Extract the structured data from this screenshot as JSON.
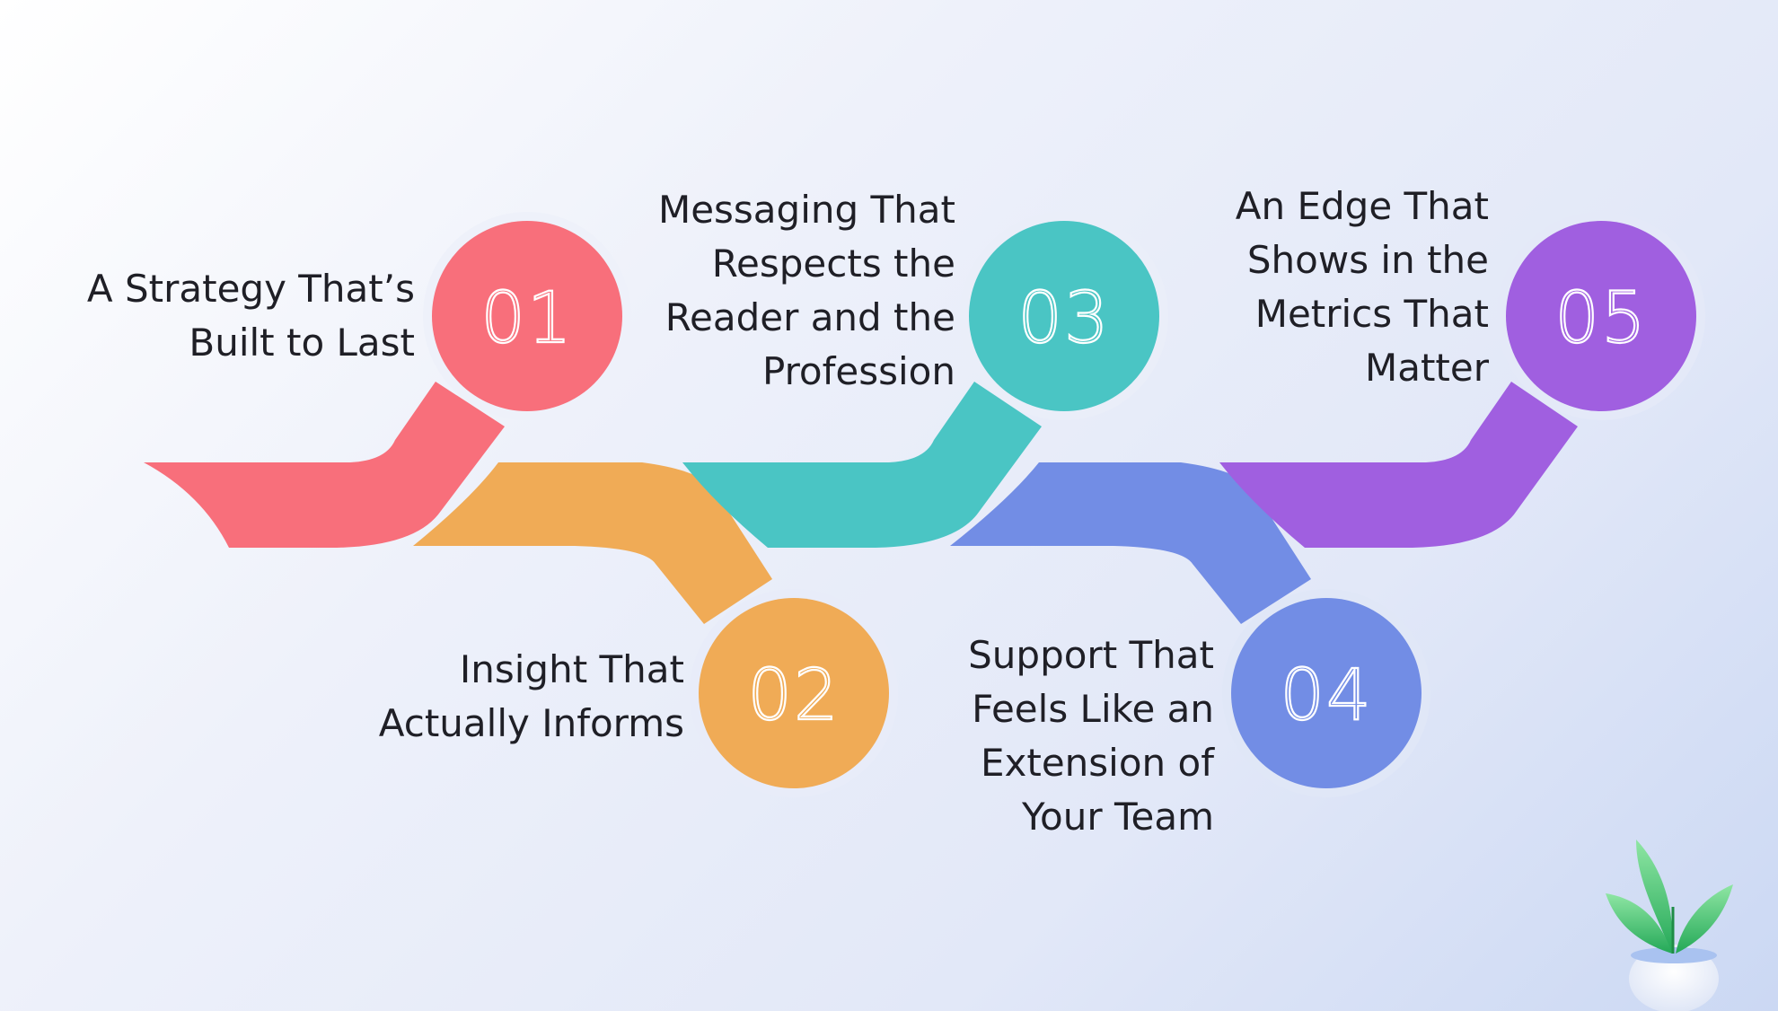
{
  "steps": [
    {
      "number": "01",
      "text": "A Strategy That’s\nBuilt to Last",
      "color": "#F86F7B"
    },
    {
      "number": "02",
      "text": "Insight That\nActually Informs",
      "color": "#F0AB56"
    },
    {
      "number": "03",
      "text": "Messaging That\nRespects the\nReader and the\nProfession",
      "color": "#4AC5C4"
    },
    {
      "number": "04",
      "text": "Support That\nFeels Like an\nExtension of\nYour Team",
      "color": "#728DE5"
    },
    {
      "number": "05",
      "text": "An Edge That\nShows in the\nMetrics That\nMatter",
      "color": "#A05FE0"
    }
  ],
  "logo": {
    "icon": "plant-sprout-icon",
    "leaf_color": "#3CC06B"
  }
}
